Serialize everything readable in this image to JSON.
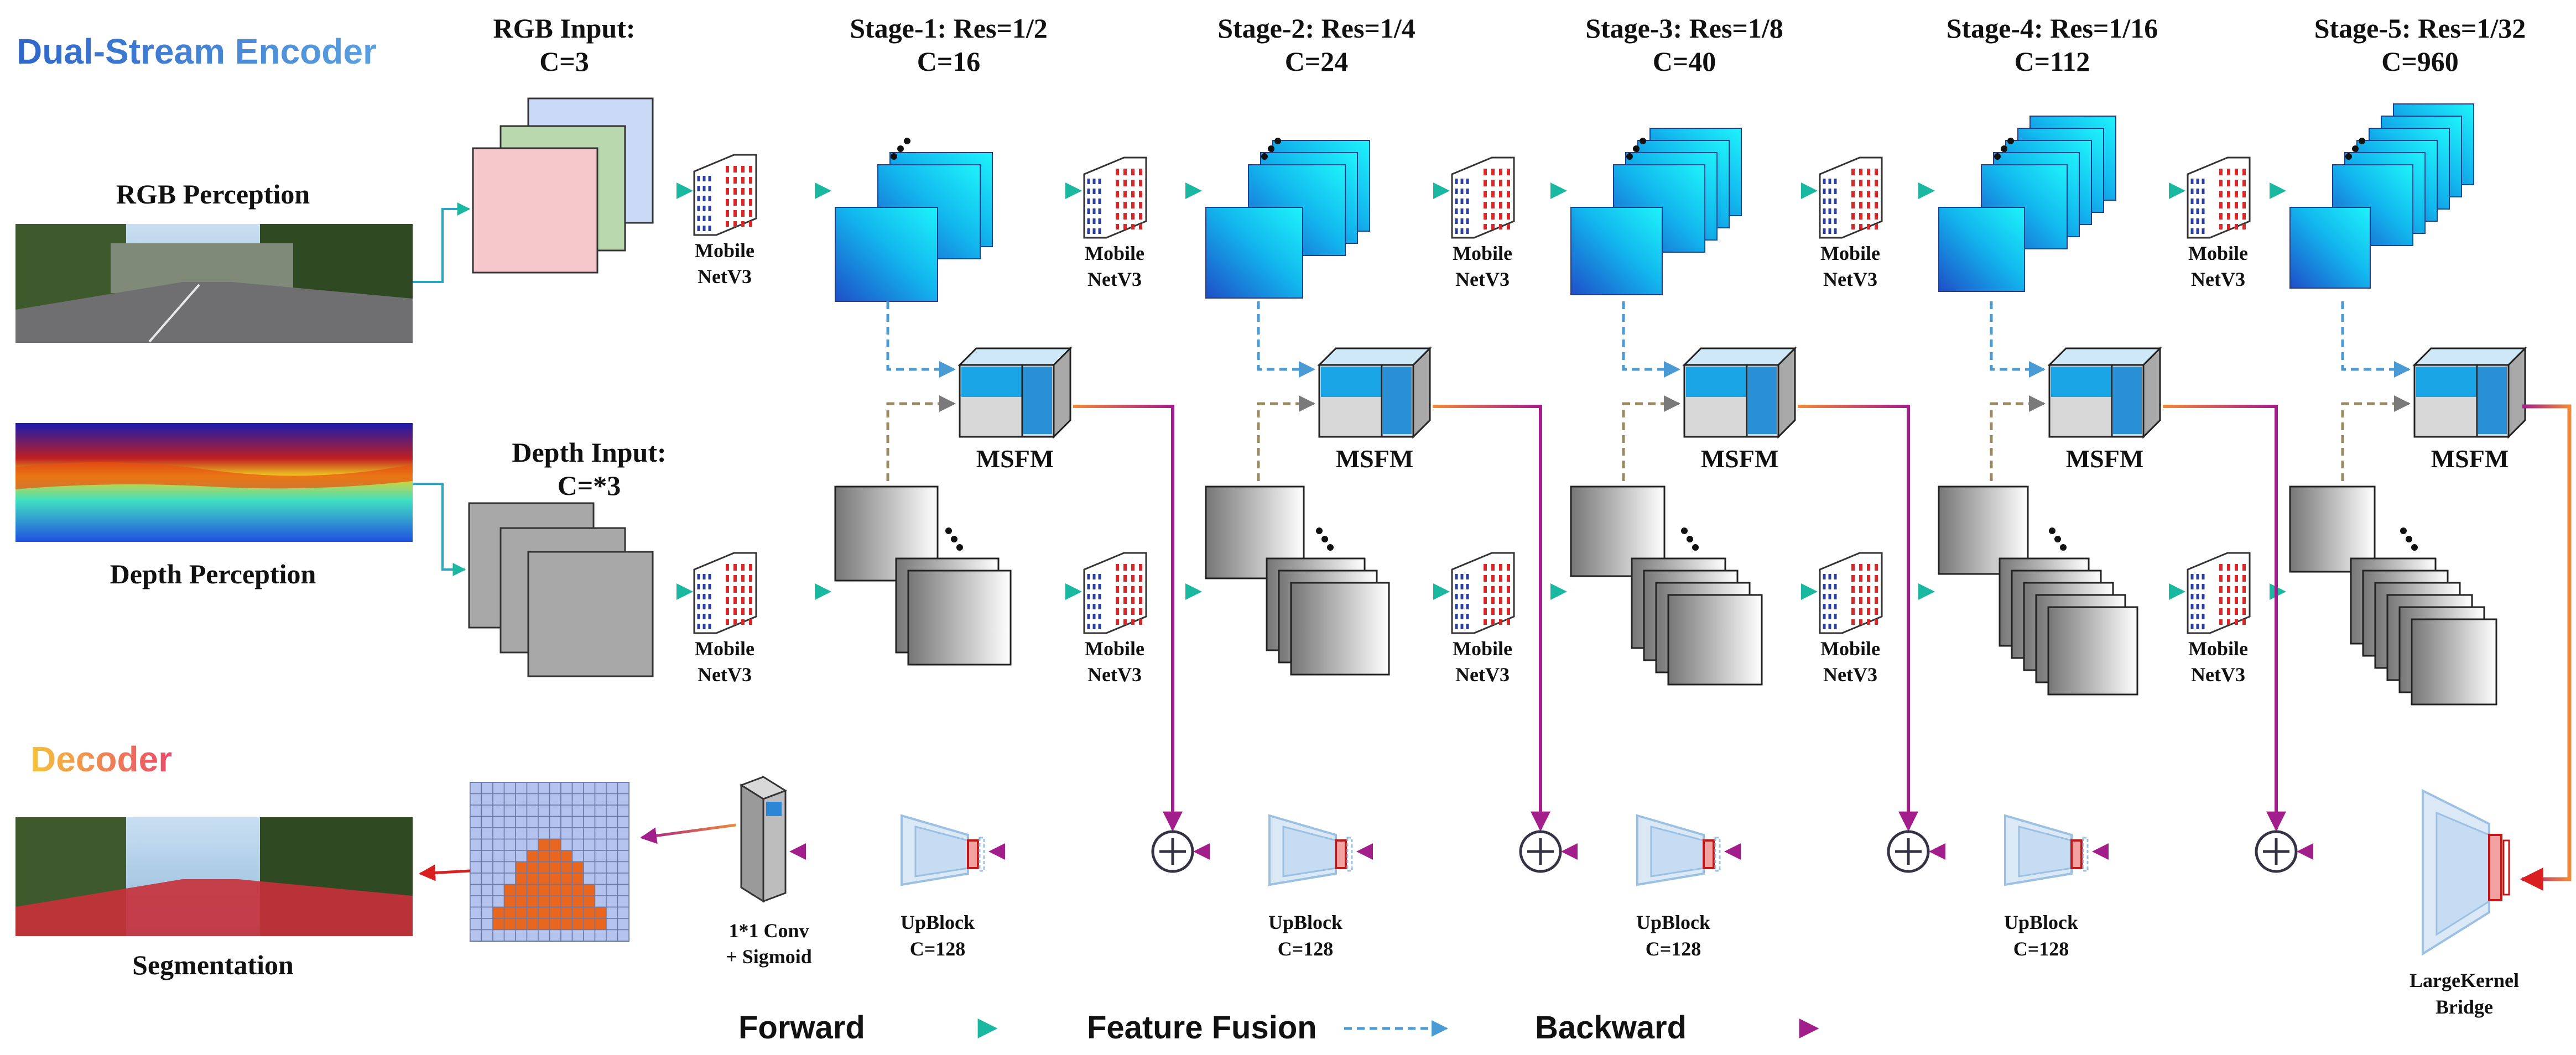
{
  "sections": {
    "encoder": "Dual-Stream Encoder",
    "decoder": "Decoder"
  },
  "inputs": {
    "rgb_title": "RGB Input:",
    "rgb_channels": "C=3",
    "depth_title": "Depth Input:",
    "depth_channels": "C=*3"
  },
  "perception": {
    "rgb": "RGB Perception",
    "depth": "Depth Perception",
    "segmentation": "Segmentation"
  },
  "stages": [
    {
      "title": "Stage-1: Res=1/2",
      "channels": "C=16"
    },
    {
      "title": "Stage-2: Res=1/4",
      "channels": "C=24"
    },
    {
      "title": "Stage-3: Res=1/8",
      "channels": "C=40"
    },
    {
      "title": "Stage-4: Res=1/16",
      "channels": "C=112"
    },
    {
      "title": "Stage-5: Res=1/32",
      "channels": "C=960"
    }
  ],
  "blocks": {
    "mobilenet_line1": "Mobile",
    "mobilenet_line2": "NetV3",
    "msfm": "MSFM",
    "upblock": "UpBlock",
    "upblock_channels": "C=128",
    "conv_line1": "1*1 Conv",
    "conv_line2": "+ Sigmoid",
    "bridge_line1": "LargeKernel",
    "bridge_line2": "Bridge"
  },
  "legend": {
    "forward": "Forward",
    "fusion": "Feature Fusion",
    "backward": "Backward"
  },
  "colors": {
    "encoder_title": "#3a7bd5",
    "decoder_title": "#ef6e50",
    "forward_arrow": "#1ab8a0",
    "fusion_arrow": "#4a9ad4",
    "backward_arrow": "#a21e8a",
    "rgb_feature": "#1ed6f4",
    "depth_feature": "#9a9a9a",
    "mobilenet_red": "#d62828",
    "mobilenet_blue": "#2a3f9e"
  }
}
